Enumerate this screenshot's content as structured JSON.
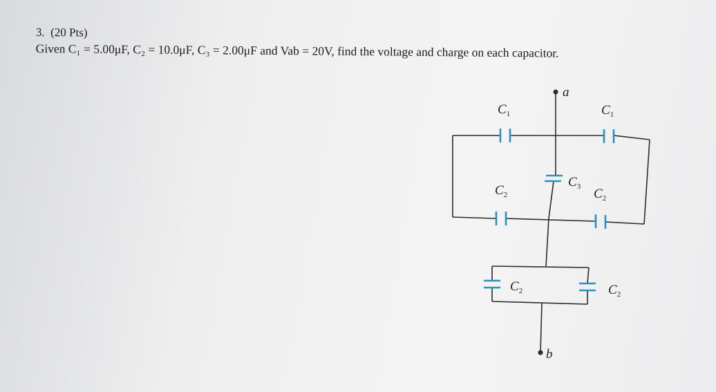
{
  "problem": {
    "number": "3.",
    "points": "(20 Pts)",
    "statement_prefix": "Given ",
    "c1_expr": "C₁ = 5.00μF, ",
    "c2_expr": "C₂ = 10.0μF, ",
    "c3_expr": "C₃ = 2.00μF and ",
    "vab_expr": "Vab = 20V, ",
    "statement_suffix": "find the voltage and charge on each capacitor."
  },
  "circuit": {
    "terminal_a": "a",
    "terminal_b": "b",
    "labels": {
      "c1_left": "C",
      "c1_left_sub": "1",
      "c1_right": "C",
      "c1_right_sub": "1",
      "c2_left": "C",
      "c2_left_sub": "2",
      "c2_right": "C",
      "c2_right_sub": "2",
      "c3": "C",
      "c3_sub": "3",
      "c2_bottom_left": "C",
      "c2_bottom_left_sub": "2",
      "c2_bottom_right": "C",
      "c2_bottom_right_sub": "2"
    },
    "colors": {
      "wire": "#2b2b2b",
      "capacitor": "#2a8fc4"
    }
  }
}
